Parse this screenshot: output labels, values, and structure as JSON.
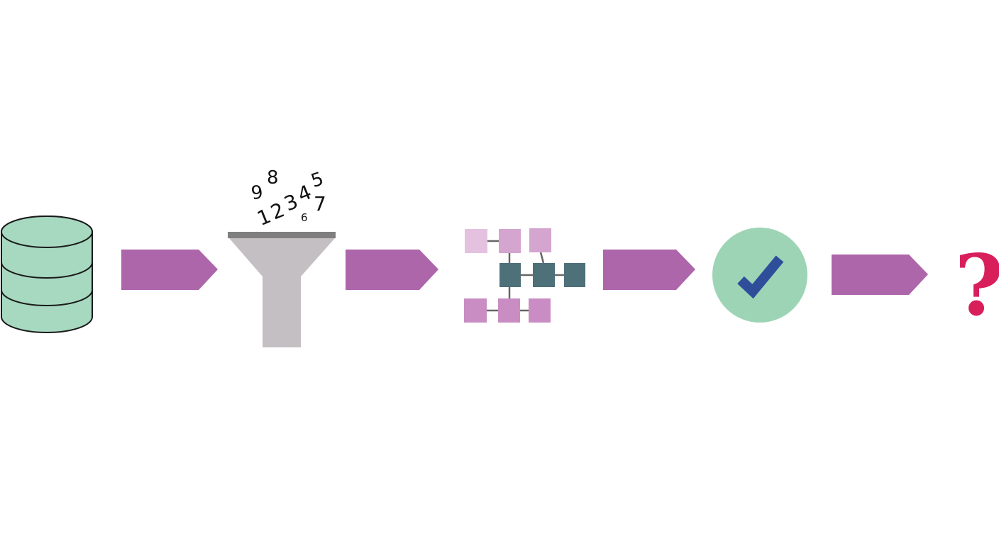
{
  "diagram": {
    "stages": [
      {
        "name": "database",
        "icon": "database-icon"
      },
      {
        "name": "filter",
        "icon": "funnel-icon"
      },
      {
        "name": "network",
        "icon": "network-icon"
      },
      {
        "name": "validation",
        "icon": "check-circle-icon"
      },
      {
        "name": "unknown",
        "icon": "question-mark-icon"
      }
    ],
    "funnel_digits": [
      "9",
      "8",
      "1",
      "2",
      "3",
      "4",
      "5",
      "6",
      "7"
    ],
    "question_mark": "?"
  },
  "colors": {
    "database_fill": "#a7d9c0",
    "arrow": "#ad66aa",
    "funnel": "#c4bfc3",
    "funnel_rim": "#7f7f7f",
    "node_light": "#e5c1e0",
    "node_mid": "#d4a5cf",
    "node_pink": "#c98dc4",
    "node_teal": "#4d7079",
    "check_circle": "#9ed4b6",
    "check_mark": "#2e4e9a",
    "question_mark": "#d81e5b"
  }
}
